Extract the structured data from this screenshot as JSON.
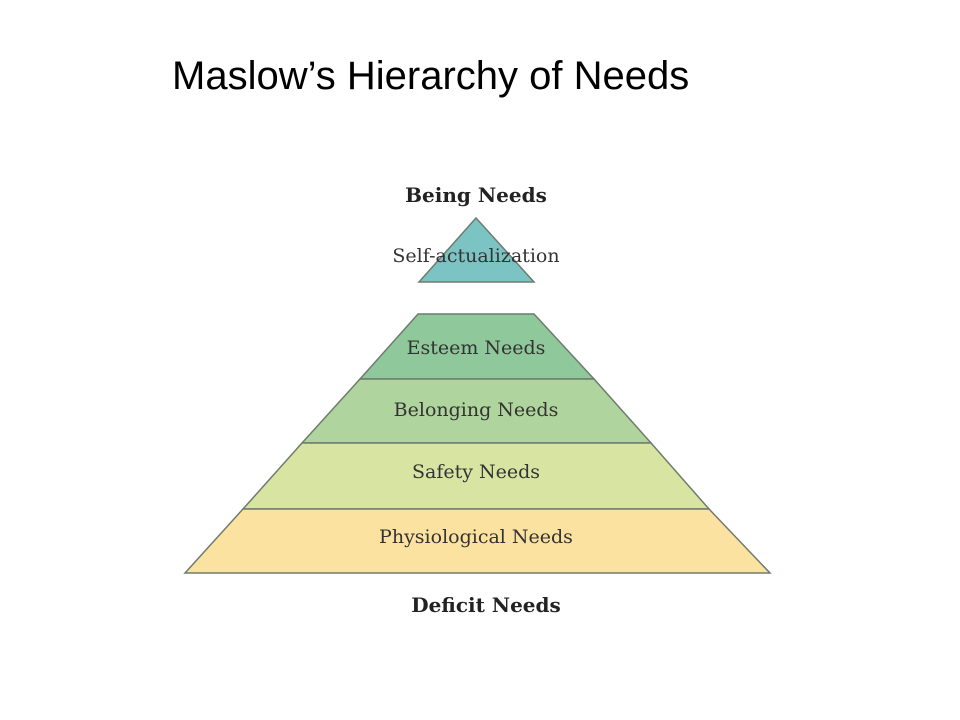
{
  "title": "Maslow’s Hierarchy of Needs",
  "diagram": {
    "top_heading": "Being Needs",
    "bottom_heading": "Deficit Needs",
    "apex": {
      "label": "Self-actualization",
      "color": "#7cc4c4"
    },
    "levels": [
      {
        "label": "Esteem Needs",
        "color": "#8fc89a"
      },
      {
        "label": "Belonging Needs",
        "color": "#afd49e"
      },
      {
        "label": "Safety Needs",
        "color": "#d8e4a2"
      },
      {
        "label": "Physiological Needs",
        "color": "#fbe2a0"
      }
    ],
    "outline_color": "#6f7b6f"
  }
}
